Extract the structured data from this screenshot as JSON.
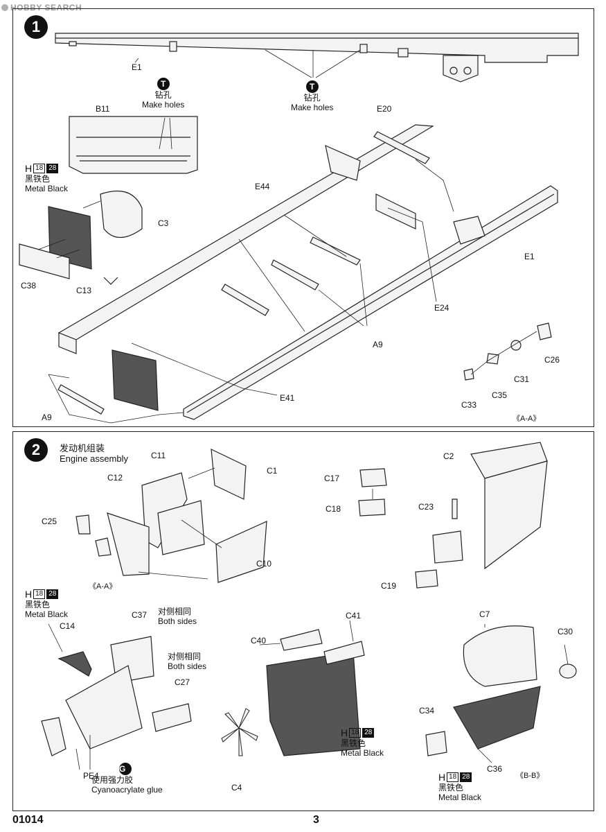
{
  "watermark": "HOBBY SEARCH",
  "step1": {
    "number": "1",
    "labels": {
      "e1_top": "E1",
      "b11": "B11",
      "e20": "E20",
      "e44": "E44",
      "c3": "C3",
      "c38": "C38",
      "c13": "C13",
      "e1_right": "E1",
      "e24": "E24",
      "a9_mid": "A9",
      "c26": "C26",
      "c31": "C31",
      "c35": "C35",
      "c33": "C33",
      "e41": "E41",
      "a9_left": "A9",
      "section": "《A-A》"
    },
    "drill_left": {
      "icon": "T",
      "zh": "钻孔",
      "en": "Make holes"
    },
    "drill_right": {
      "icon": "T",
      "zh": "钻孔",
      "en": "Make holes"
    },
    "paint": {
      "letter": "H",
      "num1": "18",
      "num2": "28",
      "zh": "黑铁色",
      "en": "Metal  Black"
    }
  },
  "step2": {
    "number": "2",
    "title_zh": "发动机组装",
    "title_en": "Engine assembly",
    "labels": {
      "c11": "C11",
      "c1": "C1",
      "c12": "C12",
      "c25": "C25",
      "c10": "C10",
      "section_aa": "《A-A》",
      "c17": "C17",
      "c18": "C18",
      "c2": "C2",
      "c23": "C23",
      "c19": "C19",
      "c14": "C14",
      "c37": "C37",
      "c27": "C27",
      "pe4": "PE4",
      "c40": "C40",
      "c41": "C41",
      "c4": "C4",
      "c7": "C7",
      "c30": "C30",
      "c34": "C34",
      "c36": "C36",
      "section_bb": "《B-B》"
    },
    "both_sides_1": {
      "zh": "对侧相同",
      "en": "Both sides"
    },
    "both_sides_2": {
      "zh": "对侧相同",
      "en": "Both sides"
    },
    "paint_left": {
      "letter": "H",
      "num1": "18",
      "num2": "28",
      "zh": "黑铁色",
      "en": "Metal  Black"
    },
    "paint_mid": {
      "letter": "H",
      "num1": "18",
      "num2": "28",
      "zh": "黑铁色",
      "en": "Metal  Black"
    },
    "paint_right": {
      "letter": "H",
      "num1": "18",
      "num2": "28",
      "zh": "黑铁色",
      "en": "Metal  Black"
    },
    "glue": {
      "icon": "G",
      "zh": "使用强力胶",
      "en": "Cyanoacrylate glue"
    }
  },
  "footer": {
    "code": "01014",
    "page": "3"
  }
}
